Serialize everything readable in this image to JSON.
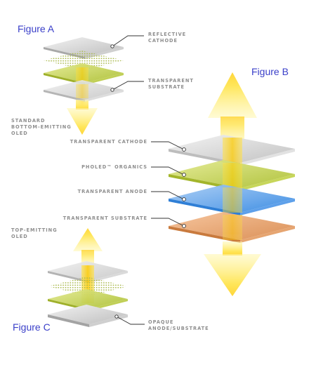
{
  "figures": {
    "a": {
      "title": "Figure A"
    },
    "b": {
      "title": "Figure B"
    },
    "c": {
      "title": "Figure C"
    }
  },
  "labels": {
    "reflective_cathode": [
      "REFLECTIVE",
      "CATHODE"
    ],
    "transparent_substrate_a": [
      "TRANSPARENT",
      "SUBSTRATE"
    ],
    "standard_oled": [
      "STANDARD",
      "BOTTOM-EMITTING",
      "OLED"
    ],
    "transparent_cathode": "TRANSPARENT CATHODE",
    "pholed_organics": "PHOLED™ ORGANICS",
    "transparent_anode": "TRANSPARENT ANODE",
    "transparent_substrate_b": "TRANSPARENT SUBSTRATE",
    "top_emitting_oled": [
      "TOP-EMITTING",
      "OLED"
    ],
    "opaque_anode_substrate": [
      "OPAQUE",
      "ANODE/SUBSTRATE"
    ]
  },
  "colors": {
    "figure_title": "#3a3fc9",
    "label": "#8e8e8e",
    "leader": "#333333",
    "light": "#ffe34d",
    "cathode": "#d9d9d9",
    "organic": "#c5d44a",
    "anode": "#6ea6e6",
    "substrate": "#e09a62"
  }
}
